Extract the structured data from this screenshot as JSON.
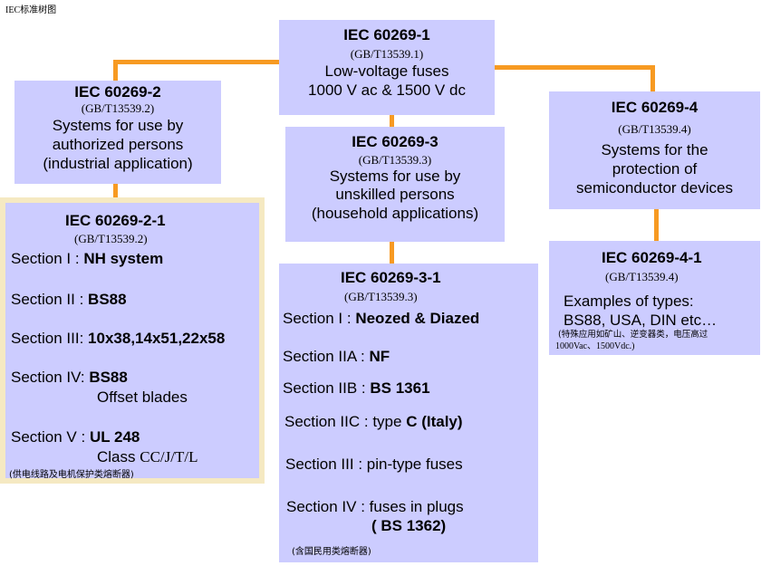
{
  "page_title": "IEC标准树图",
  "nodes": {
    "root": {
      "title": "IEC 60269-1",
      "gb": "(GB/T13539.1)",
      "line1": "Low-voltage fuses",
      "line2": "1000 V ac  &  1500 V dc"
    },
    "n2": {
      "title": "IEC 60269-2",
      "gb": "(GB/T13539.2)",
      "line1": "Systems for use by",
      "line2": "authorized persons",
      "line3": "(industrial application)"
    },
    "n3": {
      "title": "IEC 60269-3",
      "gb": "(GB/T13539.3)",
      "line1": "Systems for use by",
      "line2": "unskilled persons",
      "line3": "(household applications)"
    },
    "n4": {
      "title": "IEC 60269-4",
      "gb": "(GB/T13539.4)",
      "line1": "Systems for the",
      "line2": "protection of",
      "line3": "semiconductor devices"
    },
    "n21": {
      "title": "IEC  60269-2-1",
      "gb": "(GB/T13539.2)",
      "sections": [
        {
          "label": "Section I : ",
          "value": "NH system"
        },
        {
          "label": "Section II : ",
          "value": "BS88"
        },
        {
          "label": "Section III: ",
          "value": "10x38,14x51,22x58"
        },
        {
          "label": "Section IV: ",
          "value": "BS88",
          "extra": "Offset blades"
        },
        {
          "label": "Section V : ",
          "value": "UL 248",
          "extra_prefix": "Class ",
          "extra": "CC/J/T/L"
        }
      ],
      "note": "(供电线路及电机保护类熔断器)"
    },
    "n31": {
      "title": "IEC 60269-3-1",
      "gb": "(GB/T13539.3)",
      "sections": [
        {
          "label": "Section I : ",
          "value": "Neozed & Diazed"
        },
        {
          "label": "Section IIA : ",
          "value": "NF"
        },
        {
          "label": "Section IIB : ",
          "value": "BS 1361"
        },
        {
          "label": "Section IIC : type ",
          "value": "C (Italy)"
        },
        {
          "label": "Section III  : pin-type fuses",
          "value": ""
        },
        {
          "label": "Section IV : fuses in plugs",
          "value": "",
          "extra": "( BS  1362)"
        }
      ],
      "note": "(含国民用类熔断器)"
    },
    "n41": {
      "title": "IEC 60269-4-1",
      "gb": "(GB/T13539.4)",
      "line1": "Examples of types:",
      "line2": "BS88, USA, DIN etc…",
      "note1": "(特殊应用如矿山、逆变器类，电压高过",
      "note2": "1000Vac、1500Vdc.)"
    }
  },
  "colors": {
    "box_fill": "#ccccff",
    "connector": "#f79a22",
    "highlight_border": "#f5e9c2"
  }
}
